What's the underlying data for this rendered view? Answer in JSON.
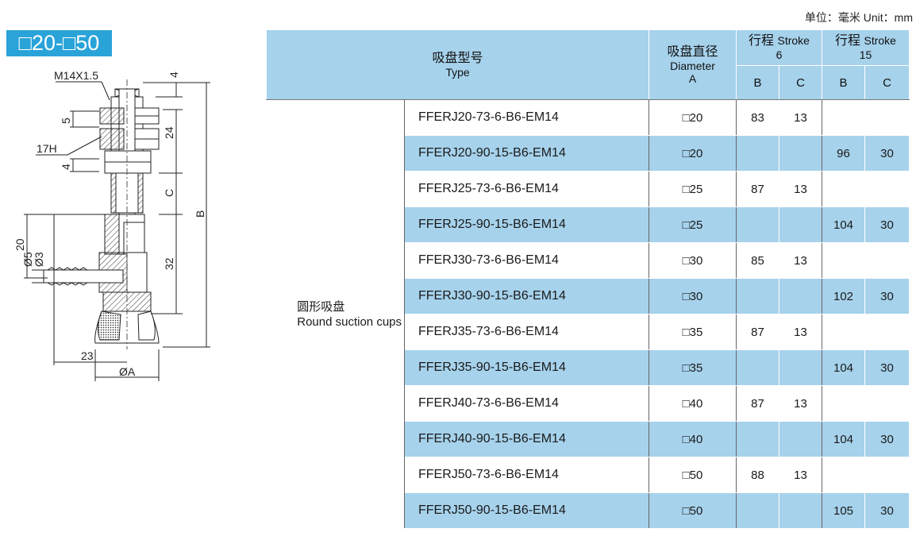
{
  "badge": "□20-□50",
  "unit_note": "单位：毫米 Unit：mm",
  "drawing": {
    "thread_label": "M14X1.5",
    "hex_label": "17H",
    "dim_4_top": "4",
    "dim_5": "5",
    "dim_4_mid": "4",
    "dim_24": "24",
    "dim_C": "C",
    "dim_B": "B",
    "dim_20": "20",
    "dim_phi5": "Ø5",
    "dim_phi3": "Ø3",
    "dim_32": "32",
    "dim_23": "23",
    "dim_phiA": "ØA"
  },
  "table": {
    "header": {
      "type_cn": "吸盘型号",
      "type_en": "Type",
      "dia_cn": "吸盘直径",
      "dia_en": "Diameter",
      "dia_sym": "A",
      "stroke6_cn": "行程",
      "stroke6_en": "Stroke",
      "stroke6_val": "6",
      "stroke15_cn": "行程",
      "stroke15_en": "Stroke",
      "stroke15_val": "15",
      "b": "B",
      "c": "C",
      "b2": "B",
      "c2": "C"
    },
    "category_cn": "圆形吸盘",
    "category_en": "Round suction cups",
    "rows": [
      {
        "model": "FFERJ20-73-6-B6-EM14",
        "dia": "□20",
        "b6": "83",
        "c6": "13",
        "b15": "",
        "c15": ""
      },
      {
        "model": "FFERJ20-90-15-B6-EM14",
        "dia": "□20",
        "b6": "",
        "c6": "",
        "b15": "96",
        "c15": "30"
      },
      {
        "model": "FFERJ25-73-6-B6-EM14",
        "dia": "□25",
        "b6": "87",
        "c6": "13",
        "b15": "",
        "c15": ""
      },
      {
        "model": "FFERJ25-90-15-B6-EM14",
        "dia": "□25",
        "b6": "",
        "c6": "",
        "b15": "104",
        "c15": "30"
      },
      {
        "model": "FFERJ30-73-6-B6-EM14",
        "dia": "□30",
        "b6": "85",
        "c6": "13",
        "b15": "",
        "c15": ""
      },
      {
        "model": "FFERJ30-90-15-B6-EM14",
        "dia": "□30",
        "b6": "",
        "c6": "",
        "b15": "102",
        "c15": "30"
      },
      {
        "model": "FFERJ35-73-6-B6-EM14",
        "dia": "□35",
        "b6": "87",
        "c6": "13",
        "b15": "",
        "c15": ""
      },
      {
        "model": "FFERJ35-90-15-B6-EM14",
        "dia": "□35",
        "b6": "",
        "c6": "",
        "b15": "104",
        "c15": "30"
      },
      {
        "model": "FFERJ40-73-6-B6-EM14",
        "dia": "□40",
        "b6": "87",
        "c6": "13",
        "b15": "",
        "c15": ""
      },
      {
        "model": "FFERJ40-90-15-B6-EM14",
        "dia": "□40",
        "b6": "",
        "c6": "",
        "b15": "104",
        "c15": "30"
      },
      {
        "model": "FFERJ50-73-6-B6-EM14",
        "dia": "□50",
        "b6": "88",
        "c6": "13",
        "b15": "",
        "c15": ""
      },
      {
        "model": "FFERJ50-90-15-B6-EM14",
        "dia": "□50",
        "b6": "",
        "c6": "",
        "b15": "105",
        "c15": "30"
      }
    ]
  }
}
